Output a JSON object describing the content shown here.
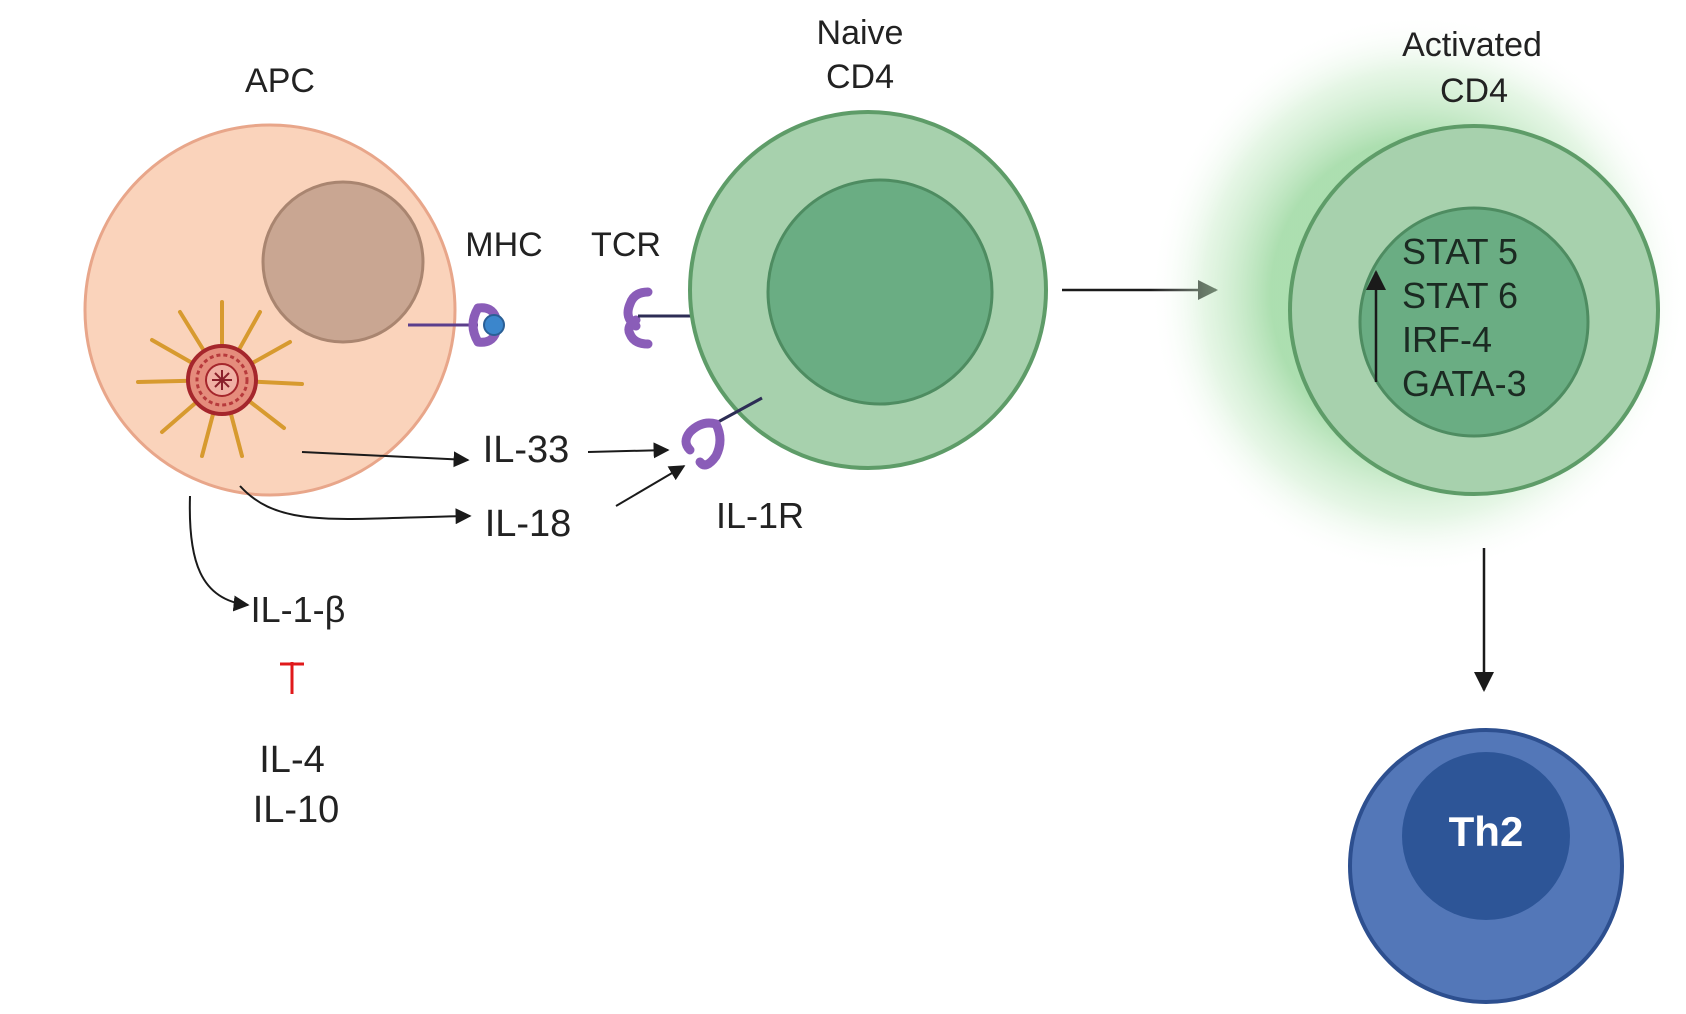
{
  "labels": {
    "apc": "APC",
    "naive_line1": "Naive",
    "naive_line2": "CD4",
    "activated_line1": "Activated",
    "activated_line2": "CD4",
    "mhc": "MHC",
    "tcr": "TCR",
    "il33": "IL-33",
    "il18": "IL-18",
    "il1r": "IL-1R",
    "il1b": "IL-1-β",
    "il4": "IL-4",
    "il10": "IL-10",
    "stat5": "STAT 5",
    "stat6": "STAT 6",
    "irf4": "IRF-4",
    "gata3": "GATA-3",
    "th2": "Th2"
  },
  "colors": {
    "apc_cytoplasm": "#fad3bb",
    "apc_border": "#e8a68a",
    "apc_nucleus": "#c9a692",
    "cd4_outer": "#a7d1ad",
    "cd4_border": "#5e9c68",
    "cd4_nucleus": "#6aad83",
    "activated_glow": "#9ed9a2",
    "receptor": "#8a5db8",
    "mhc_peptide": "#3b86cc",
    "th2_outer": "#5377b8",
    "th2_inner": "#2d5597",
    "inhibition": "#e0191b",
    "arrow": "#1a1a1a"
  },
  "icons": [
    "receptor-icon",
    "inhibition-icon",
    "inflammasome-icon"
  ]
}
